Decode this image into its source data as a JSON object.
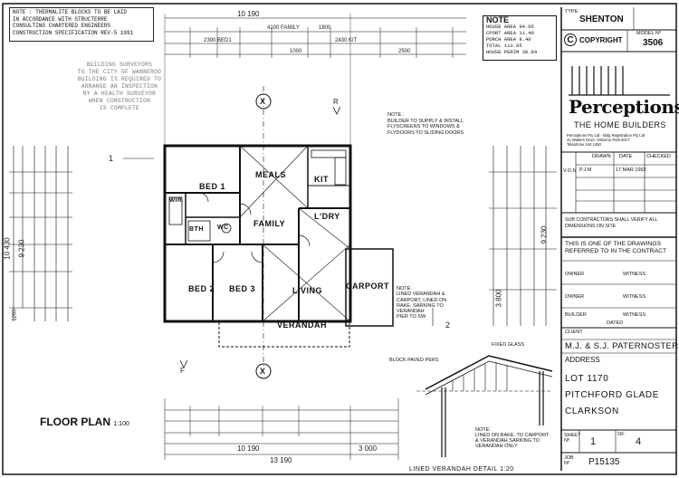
{
  "notes": {
    "top_left": [
      "NOTE : THERMALITE BLOCKS TO BE LAID",
      "IN ACCORDANCE WITH STRUCTERRE",
      "CONSULTING CHARTERED ENGINEERS",
      "CONSTRUCTION SPECIFICATION REV-5 1991"
    ],
    "stamp": [
      "BUILDING SURVEYORS",
      "TO THE CITY OF WANNEROO",
      "BUILDING IS REQUIRED TO",
      "ARRANGE AN INSPECTION",
      "BY A HEALTH SURVEYOR",
      "WHEN CONSTRUCTION",
      "IS COMPLETE"
    ],
    "builder_note": [
      "NOTE :",
      "BUILDER TO SUPPLY & INSTALL",
      "FLYSCREENS TO WINDOWS &",
      "FLYDOORS TO SLIDING DOORS"
    ],
    "area_box": {
      "title": "NOTE",
      "rows": [
        [
          "HOUSE AREA",
          "94",
          "05"
        ],
        [
          "CPORT AREA",
          "11",
          "40"
        ],
        [
          "PORCH AREA",
          "8",
          "40"
        ],
        [
          "TOTAL",
          "113",
          "85"
        ],
        [
          "HOUSE PERIM",
          "38",
          "84"
        ]
      ]
    }
  },
  "dimensions": {
    "top_overall": "10 190",
    "top_a": "4100 FAMILY",
    "top_b": "1800",
    "top_c": "2430 KIT",
    "top_d": "2390 BED1",
    "top_e": "1000",
    "top_f": "2500",
    "side_left_overall": "10 430",
    "side_left_b": "9 230",
    "side_left_c": "1200",
    "side_right_overall": "9 230",
    "side_right_b": "3 800",
    "bottom_a": "10 190",
    "bottom_b": "3 000",
    "bottom_overall": "13 190",
    "n1": "1",
    "n2": "2"
  },
  "rooms": {
    "bed1": "BED 1",
    "meals": "MEALS",
    "kit": "KIT",
    "family": "FAMILY",
    "ldry": "L'DRY",
    "bed2": "BED 2",
    "bed3": "BED 3",
    "living": "LIVING",
    "carport": "CARPORT",
    "verandah": "VERANDAH",
    "bth": "BTH",
    "wc": "WC",
    "wir": "WIR"
  },
  "labels": {
    "floor_plan": "FLOOR PLAN",
    "floor_plan_scale": "1:100",
    "verandah_detail": "LINED VERANDAH  DETAIL  1:20",
    "section_x": "X",
    "section_r": "R",
    "section_f": "F",
    "carport_note": [
      "NOTE:",
      "LINED VERANDAH &",
      "CARPORT, LINED ON",
      "RAKE. SARKING TO",
      "VERANDAH",
      "PIER TO SW"
    ],
    "verandah_note": [
      "NOTE:",
      "LINED ON RAKE. TO CARPORT",
      "& VERANDAH SARKING TO",
      "VERANDAH ONLY"
    ],
    "block_paved": "BLOCK PAVED PERS",
    "fixed_glass": "FIXED GLASS"
  },
  "title_block": {
    "type_label": "TYPE",
    "type": "SHENTON",
    "copyright": "COPYRIGHT",
    "model_label": "MODEL Nº",
    "model_no": "3506",
    "brand": "Perceptions",
    "brand_sub": "THE HOME BUILDERS",
    "address_small": [
      "Perceptions Pty Ltd - Bldg Registration Pty Ltd",
      "42 Walters Drive, Osborne Park 6017",
      "Telephone 244 1450"
    ],
    "drawn_label": "DRAWN",
    "date_label": "DATE",
    "checked_label": "CHECKED",
    "revision_label": "V.O.N",
    "drawn": "P.J.M",
    "date": "17 MAR 1992",
    "subcontractors_note": "SUB CONTRACTORS SHALL VERIFY ALL DIMENSIONS ON SITE",
    "contract_note": "THIS IS ONE OF THE DRAWINGS REFERRED TO IN THE CONTRACT",
    "owner_label": "OWNER",
    "owner2_label": "OWNER",
    "witness_label": "WITNESS",
    "builder_label": "BUILDER",
    "dated_label": "DATED",
    "client_label": "CLIENT",
    "client": "M.J. & S.J. PATERNOSTER",
    "address_label": "ADDRESS",
    "address_lines": [
      "LOT  1170",
      "PITCHFORD  GLADE",
      "CLARKSON"
    ],
    "sheet_label": "SHEET Nº",
    "sheet_of": "OF",
    "sheet_no": "1",
    "sheet_total": "4",
    "job_label": "JOB Nº",
    "job_no": "P15135"
  }
}
